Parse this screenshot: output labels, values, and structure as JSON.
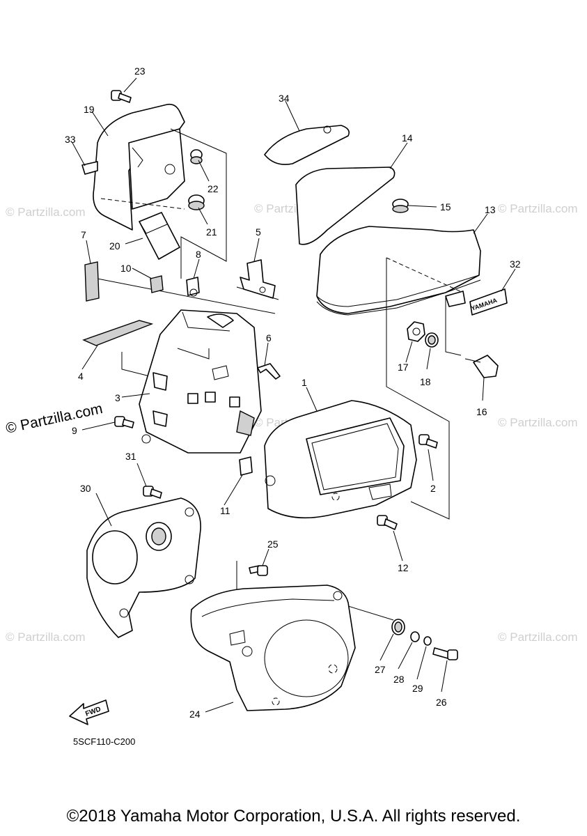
{
  "diagram": {
    "code": "5SCF110-C200",
    "copyright": "©2018 Yamaha Motor Corporation, U.S.A. All rights reserved.",
    "watermark": "© Partzilla.com",
    "watermark_prominent": "© Partzilla.com",
    "fwd_label": "FWD",
    "emblem_text": "YAMAHA",
    "callouts": [
      "1",
      "2",
      "3",
      "4",
      "5",
      "6",
      "7",
      "8",
      "9",
      "10",
      "11",
      "12",
      "13",
      "14",
      "15",
      "16",
      "17",
      "18",
      "19",
      "20",
      "21",
      "22",
      "23",
      "24",
      "25",
      "26",
      "27",
      "28",
      "29",
      "30",
      "31",
      "32",
      "33",
      "34"
    ]
  }
}
